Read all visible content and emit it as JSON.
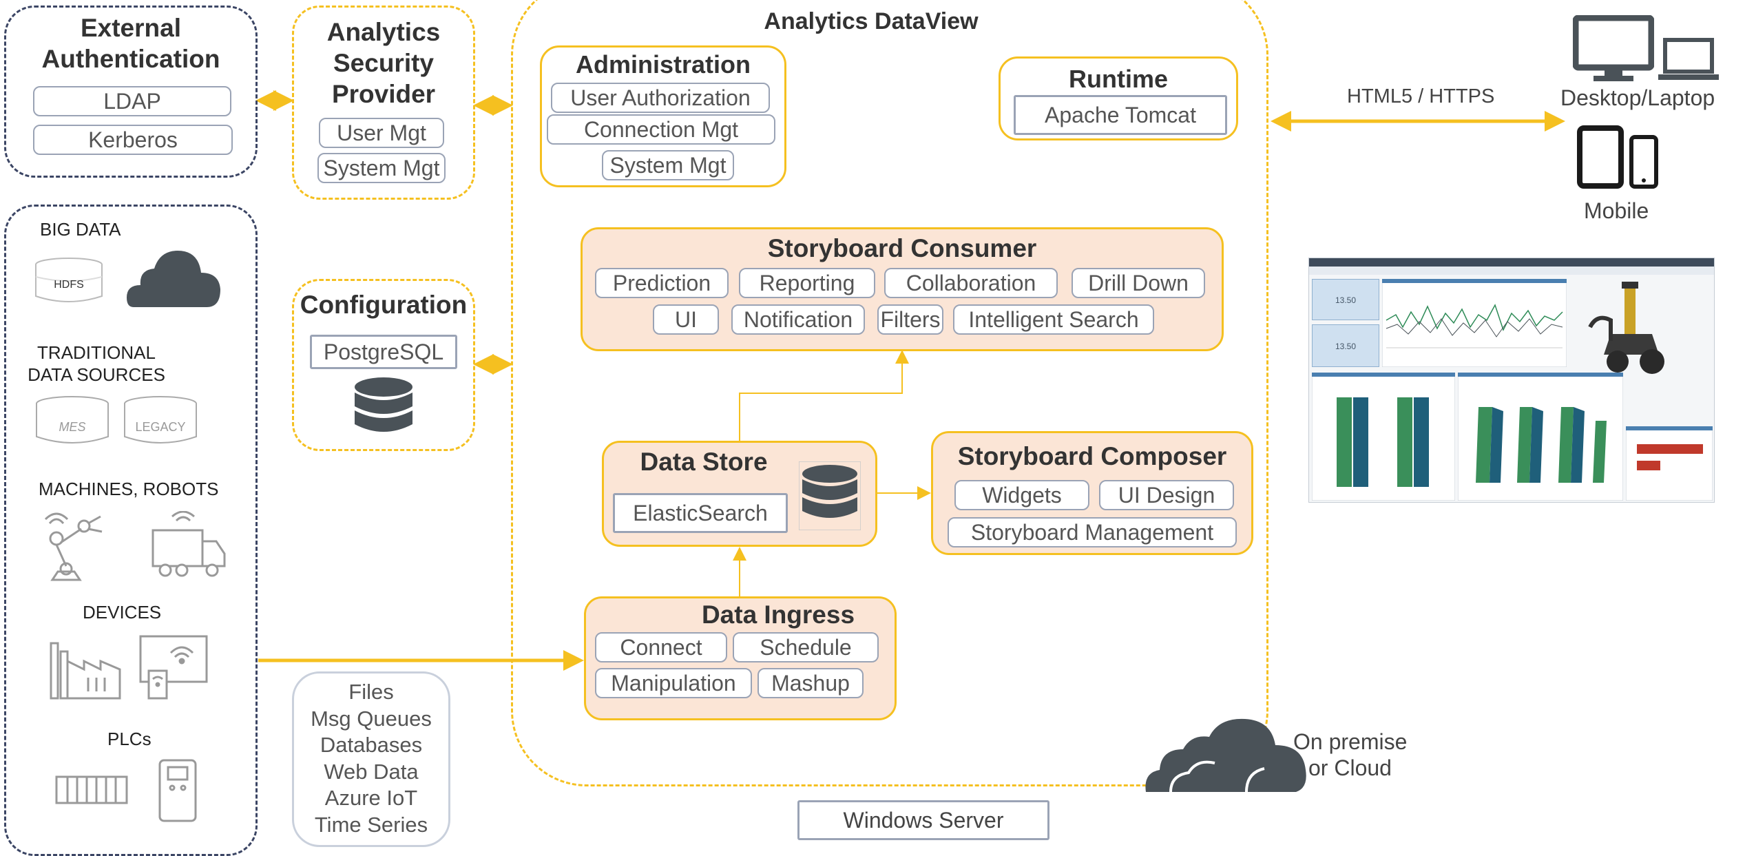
{
  "external_auth": {
    "title_line1": "External",
    "title_line2": "Authentication",
    "items": [
      "LDAP",
      "Kerberos"
    ]
  },
  "security_provider": {
    "title_line1": "Analytics",
    "title_line2": "Security",
    "title_line3": "Provider",
    "items": [
      "User Mgt",
      "System Mgt"
    ]
  },
  "configuration": {
    "title": "Configuration",
    "db": "PostgreSQL"
  },
  "dataview": {
    "title": "Analytics DataView"
  },
  "administration": {
    "title": "Administration",
    "items": [
      "User Authorization",
      "Connection Mgt",
      "System Mgt"
    ]
  },
  "runtime": {
    "title": "Runtime",
    "server": "Apache Tomcat"
  },
  "storyboard_consumer": {
    "title": "Storyboard Consumer",
    "items": [
      "Prediction",
      "Reporting",
      "Collaboration",
      "Drill Down",
      "UI",
      "Notification",
      "Filters",
      "Intelligent Search"
    ]
  },
  "data_store": {
    "title": "Data Store",
    "engine": "ElasticSearch"
  },
  "storyboard_composer": {
    "title": "Storyboard Composer",
    "items": [
      "Widgets",
      "UI Design",
      "Storyboard Management"
    ]
  },
  "data_ingress": {
    "title": "Data Ingress",
    "items": [
      "Connect",
      "Schedule",
      "Manipulation",
      "Mashup"
    ]
  },
  "sources": {
    "big_data": "BIG DATA",
    "hdfs": "HDFS",
    "traditional_line1": "TRADITIONAL",
    "traditional_line2": "DATA SOURCES",
    "mes": "MES",
    "legacy": "LEGACY",
    "machines": "MACHINES, ROBOTS",
    "devices": "DEVICES",
    "plcs": "PLCs"
  },
  "source_types": [
    "Files",
    "Msg Queues",
    "Databases",
    "Web Data",
    "Azure IoT",
    "Time Series"
  ],
  "clients": {
    "protocol": "HTML5 / HTTPS",
    "desktop": "Desktop/Laptop",
    "mobile": "Mobile"
  },
  "deployment": {
    "line1": "On premise",
    "line2": "or Cloud"
  },
  "platform": "Windows Server",
  "dashboard_preview": {
    "tiles": [
      "13.50",
      "13.50"
    ]
  },
  "colors": {
    "accent": "#f5c020",
    "navy": "#3b4564",
    "peach": "#fbe5d6",
    "chip_border": "#9aa3b5",
    "icon": "#4a5258"
  }
}
